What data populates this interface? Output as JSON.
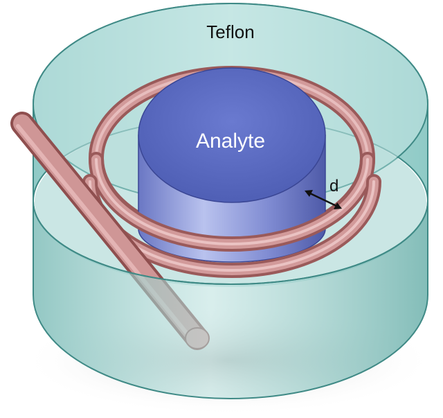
{
  "labels": {
    "teflon": "Teflon",
    "analyte": "Analyte",
    "distance": "d"
  },
  "colors": {
    "teflon": "#a9d6d3",
    "teflon_edge": "#3f8a86",
    "analyte_top": "#5b6bbf",
    "analyte_side": "#7c89cf",
    "coil": "#c98787",
    "coil_dark": "#9a5a5a"
  }
}
